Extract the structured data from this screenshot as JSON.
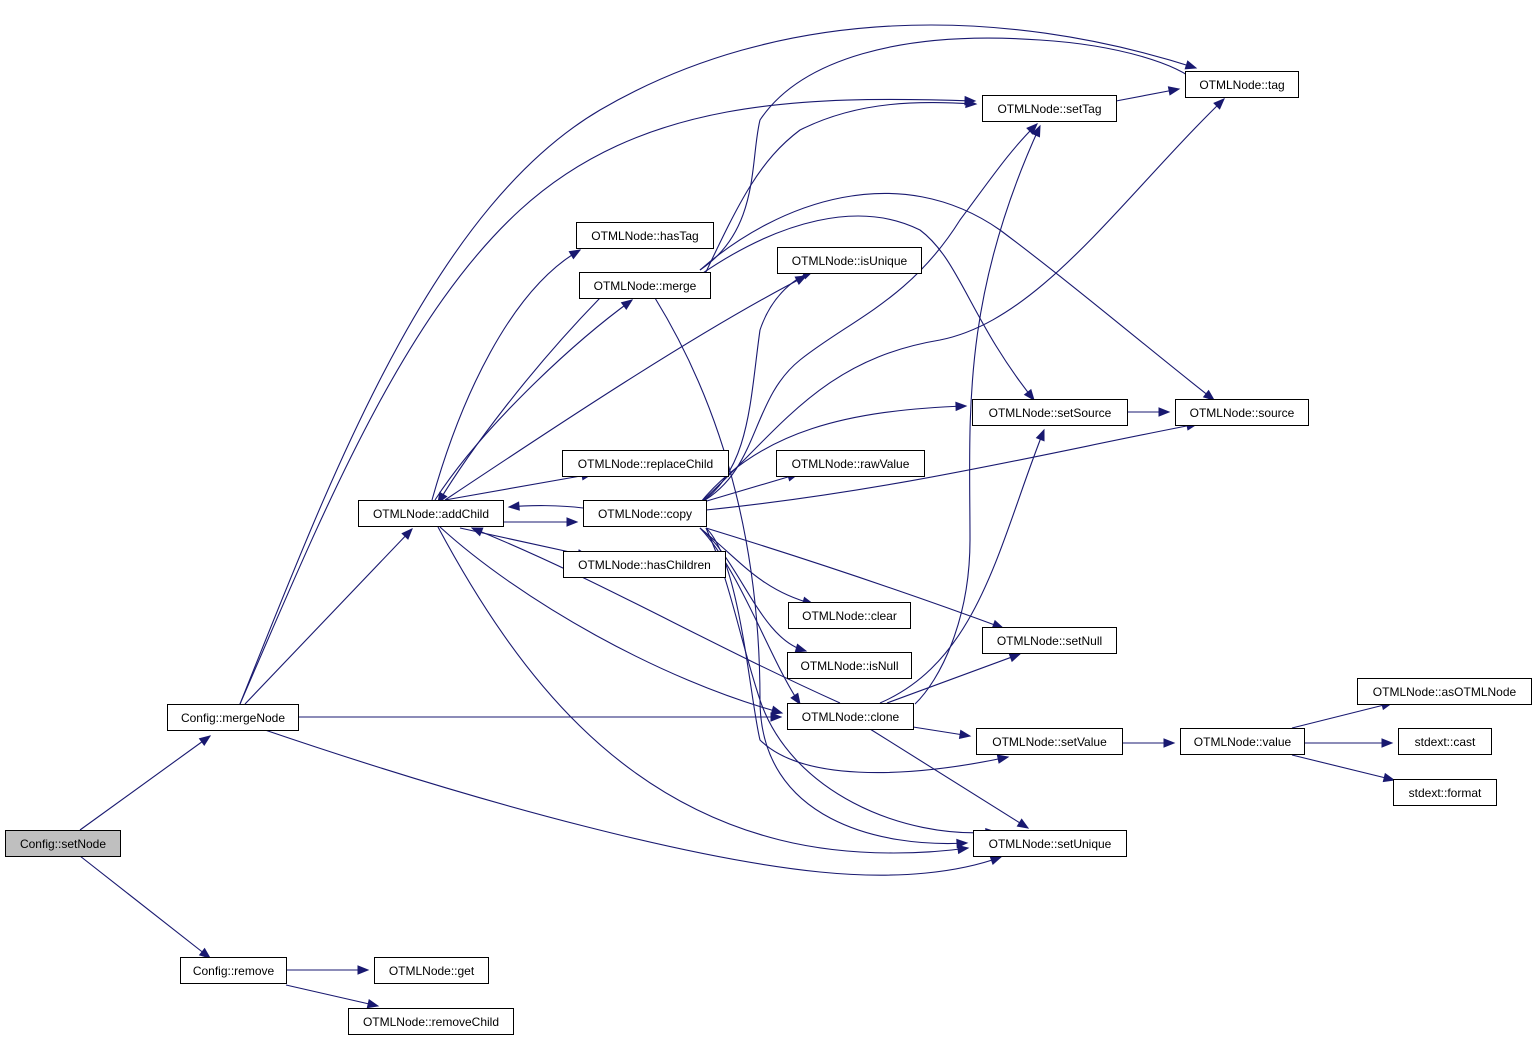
{
  "diagram": {
    "colors": {
      "edge": "#191970",
      "node_fill": "#ffffff",
      "root_fill": "#bfbfbf",
      "node_border": "#000000"
    },
    "nodes": [
      {
        "id": "setNode",
        "label": "Config::setNode",
        "root": true
      },
      {
        "id": "mergeNode",
        "label": "Config::mergeNode"
      },
      {
        "id": "remove",
        "label": "Config::remove"
      },
      {
        "id": "addChild",
        "label": "OTMLNode::addChild"
      },
      {
        "id": "get",
        "label": "OTMLNode::get"
      },
      {
        "id": "removeChild",
        "label": "OTMLNode::removeChild"
      },
      {
        "id": "hasTag",
        "label": "OTMLNode::hasTag"
      },
      {
        "id": "merge",
        "label": "OTMLNode::merge"
      },
      {
        "id": "replaceChild",
        "label": "OTMLNode::replaceChild"
      },
      {
        "id": "copy",
        "label": "OTMLNode::copy"
      },
      {
        "id": "hasChildren",
        "label": "OTMLNode::hasChildren"
      },
      {
        "id": "isUnique",
        "label": "OTMLNode::isUnique"
      },
      {
        "id": "rawValue",
        "label": "OTMLNode::rawValue"
      },
      {
        "id": "clear",
        "label": "OTMLNode::clear"
      },
      {
        "id": "isNull",
        "label": "OTMLNode::isNull"
      },
      {
        "id": "clone",
        "label": "OTMLNode::clone"
      },
      {
        "id": "setTag",
        "label": "OTMLNode::setTag"
      },
      {
        "id": "setSource",
        "label": "OTMLNode::setSource"
      },
      {
        "id": "setNull",
        "label": "OTMLNode::setNull"
      },
      {
        "id": "setValue",
        "label": "OTMLNode::setValue"
      },
      {
        "id": "setUnique",
        "label": "OTMLNode::setUnique"
      },
      {
        "id": "tag",
        "label": "OTMLNode::tag"
      },
      {
        "id": "source",
        "label": "OTMLNode::source"
      },
      {
        "id": "value",
        "label": "OTMLNode::value"
      },
      {
        "id": "asOTMLNode",
        "label": "OTMLNode::asOTMLNode"
      },
      {
        "id": "cast",
        "label": "stdext::cast"
      },
      {
        "id": "format",
        "label": "stdext::format"
      }
    ],
    "edges": [
      {
        "from": "setNode",
        "to": "mergeNode"
      },
      {
        "from": "setNode",
        "to": "remove"
      },
      {
        "from": "mergeNode",
        "to": "addChild"
      },
      {
        "from": "mergeNode",
        "to": "clone"
      },
      {
        "from": "mergeNode",
        "to": "setTag"
      },
      {
        "from": "mergeNode",
        "to": "tag"
      },
      {
        "from": "mergeNode",
        "to": "setUnique"
      },
      {
        "from": "remove",
        "to": "get"
      },
      {
        "from": "remove",
        "to": "removeChild"
      },
      {
        "from": "addChild",
        "to": "hasTag"
      },
      {
        "from": "addChild",
        "to": "merge"
      },
      {
        "from": "addChild",
        "to": "isUnique"
      },
      {
        "from": "addChild",
        "to": "replaceChild"
      },
      {
        "from": "addChild",
        "to": "copy"
      },
      {
        "from": "addChild",
        "to": "hasChildren"
      },
      {
        "from": "addChild",
        "to": "clone"
      },
      {
        "from": "addChild",
        "to": "setUnique"
      },
      {
        "from": "merge",
        "to": "addChild"
      },
      {
        "from": "merge",
        "to": "setTag"
      },
      {
        "from": "merge",
        "to": "tag"
      },
      {
        "from": "merge",
        "to": "setSource"
      },
      {
        "from": "merge",
        "to": "source"
      },
      {
        "from": "merge",
        "to": "setUnique"
      },
      {
        "from": "copy",
        "to": "addChild"
      },
      {
        "from": "copy",
        "to": "isUnique"
      },
      {
        "from": "copy",
        "to": "setTag"
      },
      {
        "from": "copy",
        "to": "tag"
      },
      {
        "from": "copy",
        "to": "setSource"
      },
      {
        "from": "copy",
        "to": "source"
      },
      {
        "from": "copy",
        "to": "rawValue"
      },
      {
        "from": "copy",
        "to": "clear"
      },
      {
        "from": "copy",
        "to": "isNull"
      },
      {
        "from": "copy",
        "to": "setNull"
      },
      {
        "from": "copy",
        "to": "clone"
      },
      {
        "from": "copy",
        "to": "setValue"
      },
      {
        "from": "copy",
        "to": "setUnique"
      },
      {
        "from": "clone",
        "to": "addChild"
      },
      {
        "from": "clone",
        "to": "setTag"
      },
      {
        "from": "clone",
        "to": "setSource"
      },
      {
        "from": "clone",
        "to": "setNull"
      },
      {
        "from": "clone",
        "to": "setValue"
      },
      {
        "from": "clone",
        "to": "setUnique"
      },
      {
        "from": "setTag",
        "to": "tag"
      },
      {
        "from": "setSource",
        "to": "source"
      },
      {
        "from": "setValue",
        "to": "value"
      },
      {
        "from": "value",
        "to": "asOTMLNode"
      },
      {
        "from": "value",
        "to": "cast"
      },
      {
        "from": "value",
        "to": "format"
      }
    ]
  }
}
